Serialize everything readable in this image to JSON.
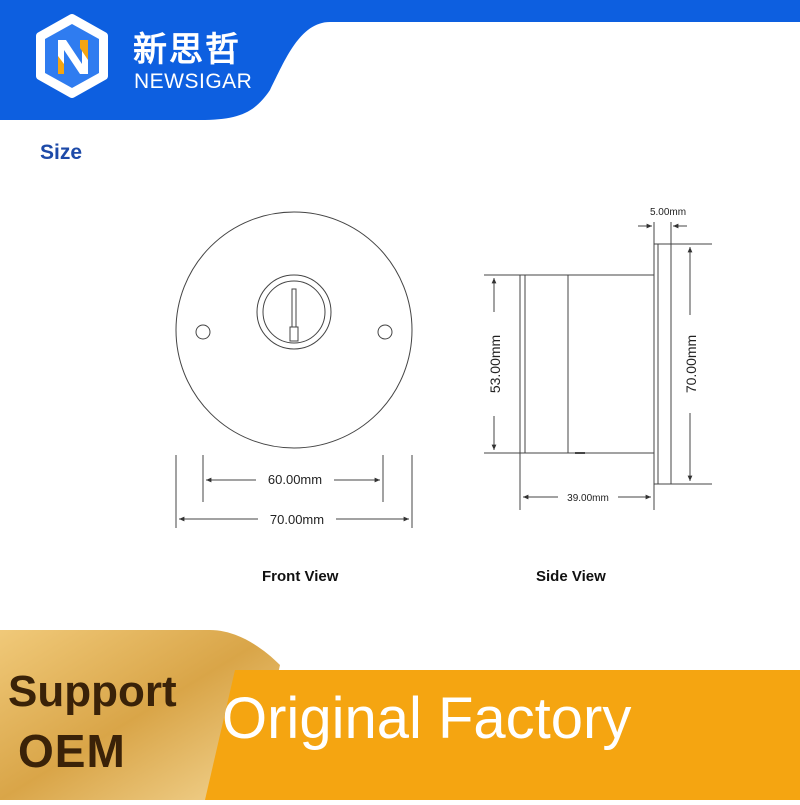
{
  "brand": {
    "name_cn": "新思哲",
    "name_en": "NEWSIGAR",
    "logo_letter": "N",
    "colors": {
      "blue": "#0d5fe0",
      "orange": "#f5a511"
    }
  },
  "section": {
    "title": "Size"
  },
  "front_view": {
    "label": "Front View",
    "dimensions": {
      "inner": "60.00mm",
      "outer": "70.00mm"
    }
  },
  "side_view": {
    "label": "Side View",
    "dimensions": {
      "flange": "5.00mm",
      "body_height": "53.00mm",
      "total_height": "70.00mm",
      "depth": "39.00mm"
    }
  },
  "banner": {
    "support": "Support",
    "oem": "OEM",
    "tagline": "Original Factory"
  }
}
